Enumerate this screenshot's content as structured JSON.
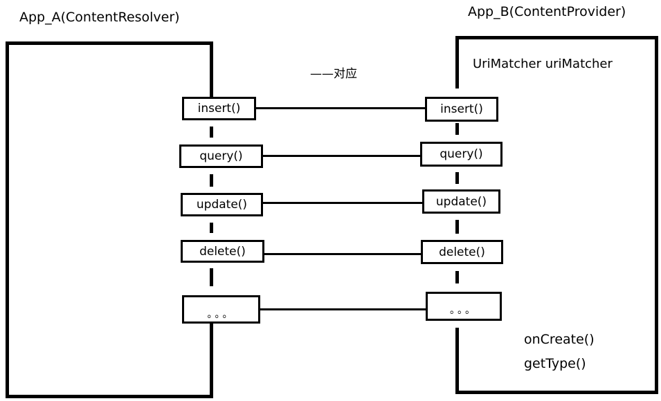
{
  "app_a": {
    "title": "App_A(ContentResolver)"
  },
  "app_b": {
    "title": "App_B(ContentProvider)",
    "matcher": "UriMatcher uriMatcher",
    "extra_methods": [
      "onCreate()",
      "getType()"
    ]
  },
  "mapping_label": "——对应",
  "methods": [
    "insert()",
    "query()",
    "update()",
    "delete()",
    "。。。"
  ]
}
